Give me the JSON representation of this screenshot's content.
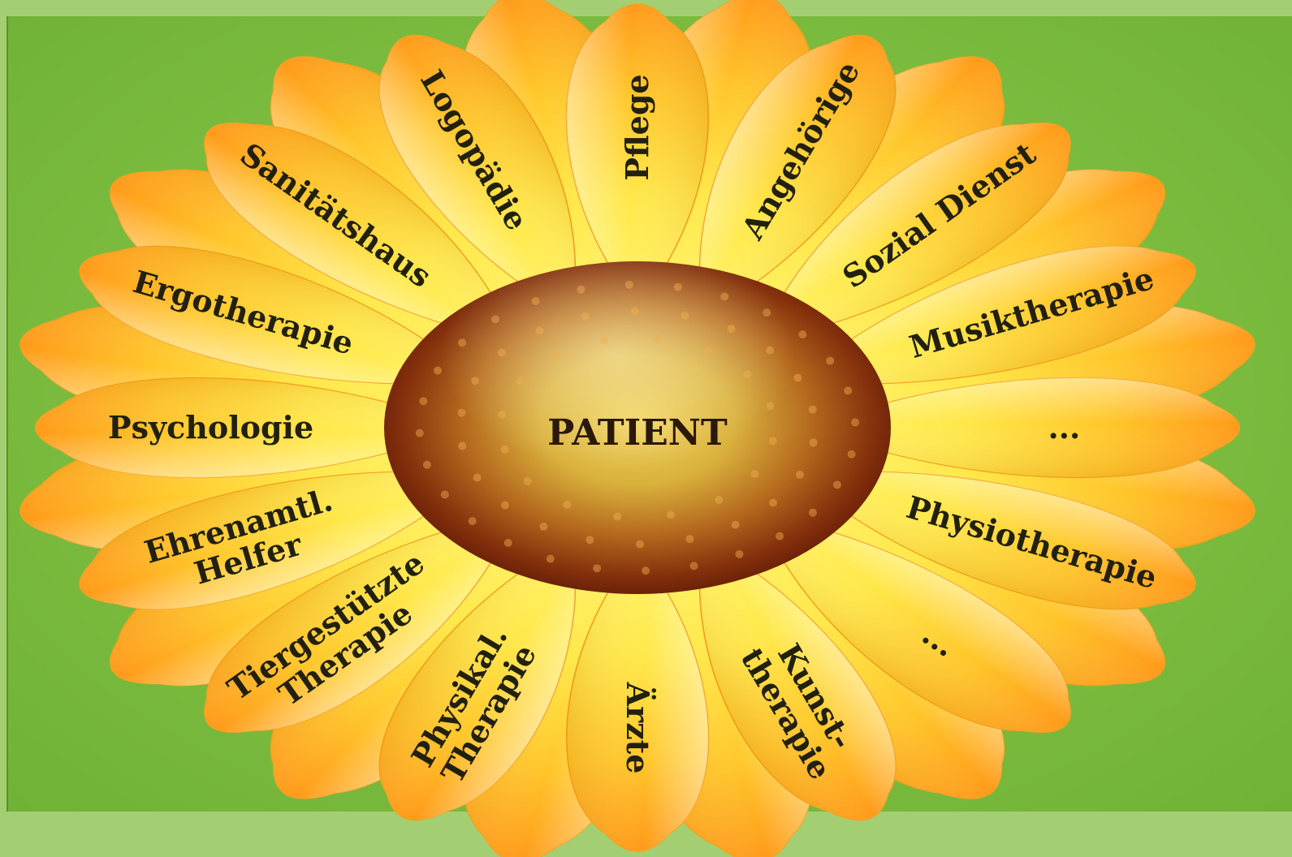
{
  "diagram": {
    "center": {
      "label": "PATIENT"
    },
    "petals": [
      {
        "id": "pflege",
        "label": "Pflege"
      },
      {
        "id": "angehoerige",
        "label": "Angehörige"
      },
      {
        "id": "sozial-dienst",
        "label": "Sozial Dienst"
      },
      {
        "id": "musiktherapie",
        "label": "Musiktherapie"
      },
      {
        "id": "ellipsis-right",
        "label": "..."
      },
      {
        "id": "physiotherapie",
        "label": "Physiotherapie"
      },
      {
        "id": "ellipsis-lower",
        "label": "..."
      },
      {
        "id": "kunsttherapie",
        "lines": [
          "Kunst-",
          "therapie"
        ]
      },
      {
        "id": "aerzte",
        "label": "Ärzte"
      },
      {
        "id": "physikal-therapie",
        "lines": [
          "Physikal.",
          "Therapie"
        ]
      },
      {
        "id": "tiergestuetzte-therapie",
        "lines": [
          "Tiergestützte",
          "Therapie"
        ]
      },
      {
        "id": "ehrenamtl-helfer",
        "lines": [
          "Ehrenamtl.",
          "Helfer"
        ]
      },
      {
        "id": "psychologie",
        "label": "Psychologie"
      },
      {
        "id": "ergotherapie",
        "label": "Ergotherapie"
      },
      {
        "id": "sanitaetshaus",
        "label": "Sanitätshaus"
      },
      {
        "id": "logopaedie",
        "label": "Logopädie"
      }
    ]
  },
  "colors": {
    "background": "#a3cf72",
    "panel": "#7dbd40",
    "petal_light": "#fff36a",
    "petal_mid": "#ffd230",
    "petal_orange": "#ff9a1a",
    "center_dark": "#6b1e06",
    "center_light": "#e8c64a",
    "text": "#22200e"
  }
}
